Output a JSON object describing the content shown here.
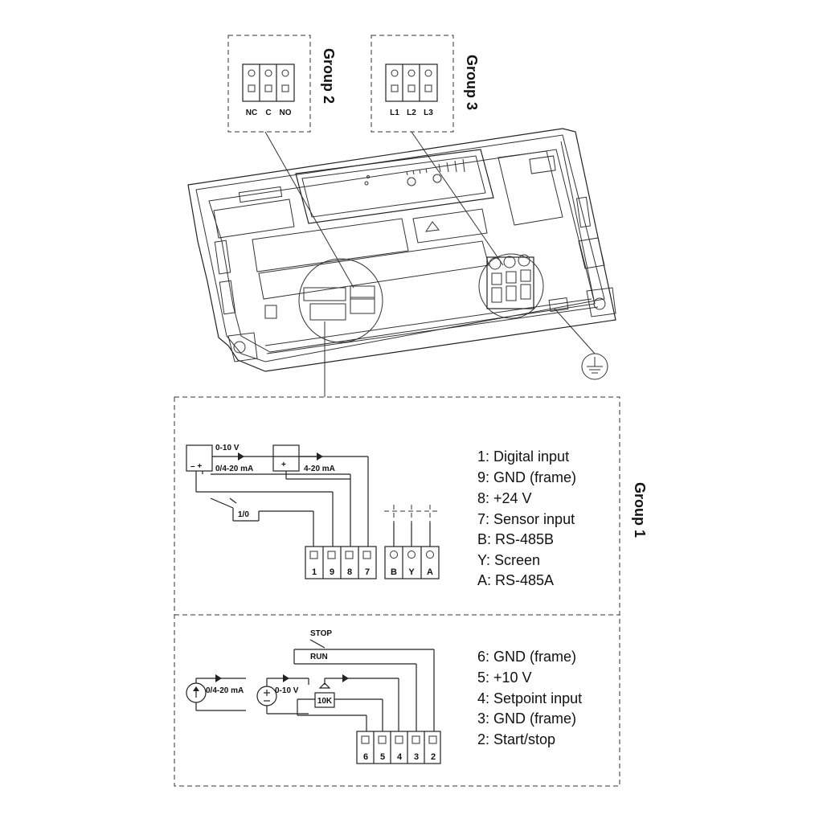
{
  "group2": {
    "title": "Group 2",
    "terminals": [
      "NC",
      "C",
      "NO"
    ]
  },
  "group3": {
    "title": "Group 3",
    "terminals": [
      "L1",
      "L2",
      "L3"
    ]
  },
  "group1": {
    "title": "Group 1",
    "upper": {
      "terminals": [
        "1",
        "9",
        "8",
        "7"
      ],
      "bus_terminals": [
        "B",
        "Y",
        "A"
      ],
      "source1_line1": "0-10 V",
      "source1_line2": "0/4-20 mA",
      "source1_pol": "– +",
      "source2_label": "4-20 mA",
      "source2_pol": "+",
      "switch_label": "1/0",
      "legend": [
        "1:  Digital input",
        "9:  GND (frame)",
        "8:  +24 V",
        "7:  Sensor input",
        "B:  RS-485B",
        "Y:  Screen",
        "A:  RS-485A"
      ]
    },
    "lower": {
      "terminals": [
        "6",
        "5",
        "4",
        "3",
        "2"
      ],
      "stop_label": "STOP",
      "run_label": "RUN",
      "current_label": "0/4-20 mA",
      "voltage_label": "0-10 V",
      "pot_label": "10K",
      "legend": [
        "6: GND (frame)",
        "5:  +10 V",
        "4: Setpoint input",
        "3:  GND (frame)",
        "2:  Start/stop"
      ]
    }
  }
}
